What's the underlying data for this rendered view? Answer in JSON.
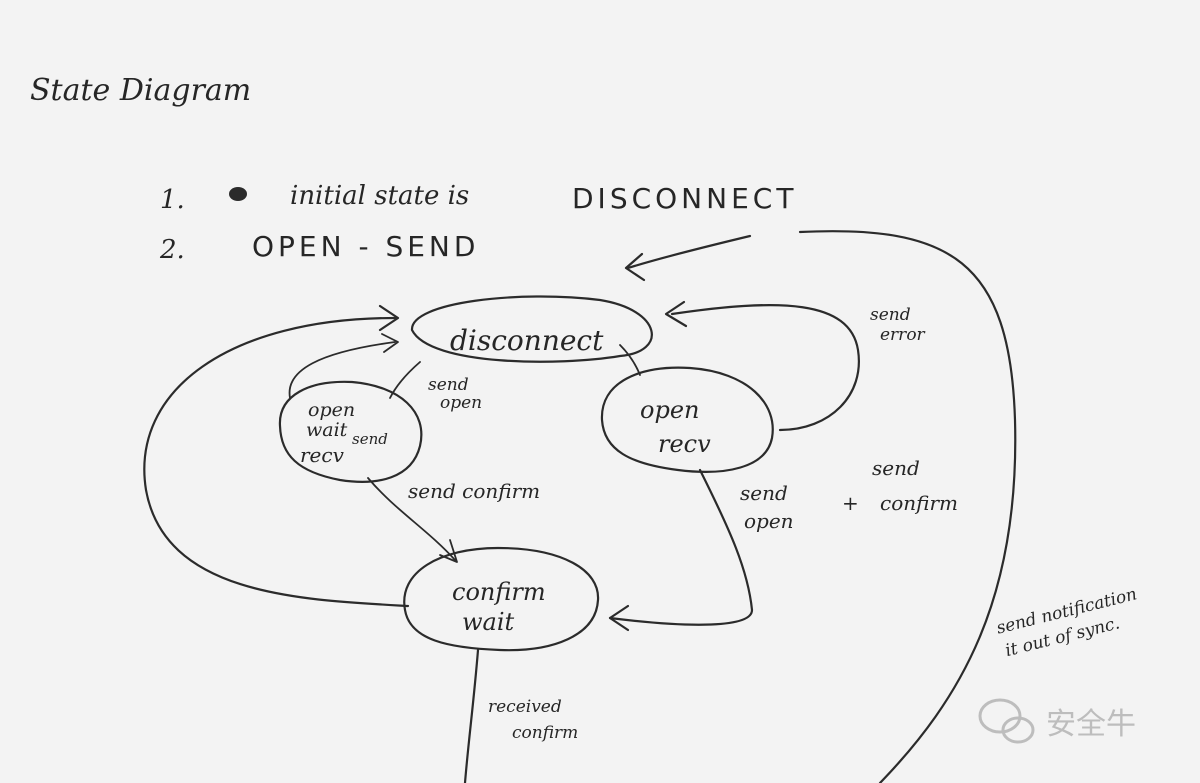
{
  "title": "State Diagram",
  "notes": [
    {
      "num": "1.",
      "text": "initial state is",
      "value": "DISCONNECT"
    },
    {
      "num": "2.",
      "text": "OPEN - SEND"
    }
  ],
  "states": {
    "disconnect": "disconnect",
    "open_wait": [
      "open",
      "wait",
      "send",
      "recv"
    ],
    "open_recv": [
      "open",
      "recv"
    ],
    "confirm_wait": [
      "confirm",
      "wait"
    ]
  },
  "transitions": {
    "send_open": [
      "send",
      "open"
    ],
    "send_error": [
      "send",
      "error"
    ],
    "send_confirm": "send confirm",
    "send_open_send_confirm": [
      "send",
      "open",
      "+",
      "send",
      "confirm"
    ],
    "send_notification": [
      "send notification",
      "it out of sync."
    ],
    "received_confirm": [
      "received",
      "confirm"
    ]
  },
  "watermark": {
    "text": "安全牛",
    "icon": "wechat-icon"
  }
}
